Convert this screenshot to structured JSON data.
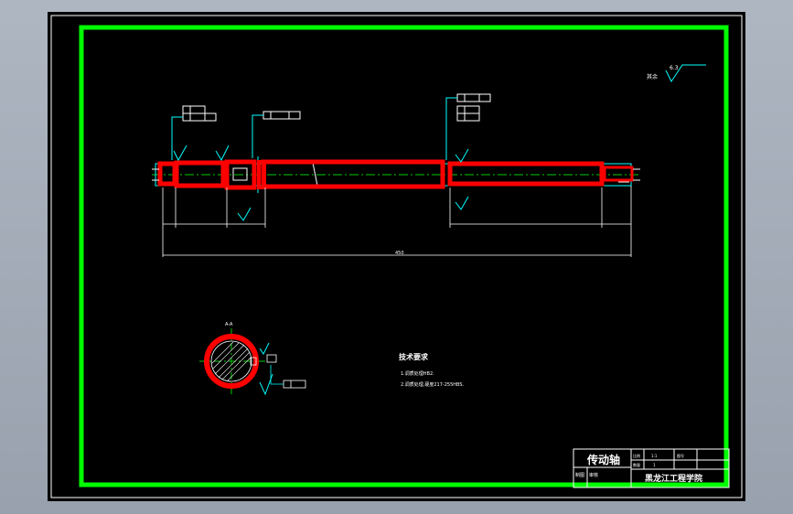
{
  "tech_requirements": {
    "title": "技术要求",
    "items": [
      "1.调质处理HB2.",
      "2.调质处理,硬度217-255HBS."
    ]
  },
  "title_block": {
    "part_name": "传动轴",
    "school": "黑龙江工程学院",
    "reviewer_label": "审核",
    "drawer_label": "制图",
    "cells": [
      "比例",
      "1:1",
      "图号",
      "数量",
      "1"
    ]
  },
  "annotations": {
    "section_label": "A-A",
    "rough_other": "其余",
    "rough_value": "6.3",
    "dim_total": "450"
  },
  "colors": {
    "background": "#000000",
    "border_green": "#00ff00",
    "highlight_red": "#ff0000",
    "cad_cyan": "#00ffff",
    "cad_white": "#ffffff",
    "centerline_green": "#00cc00"
  }
}
